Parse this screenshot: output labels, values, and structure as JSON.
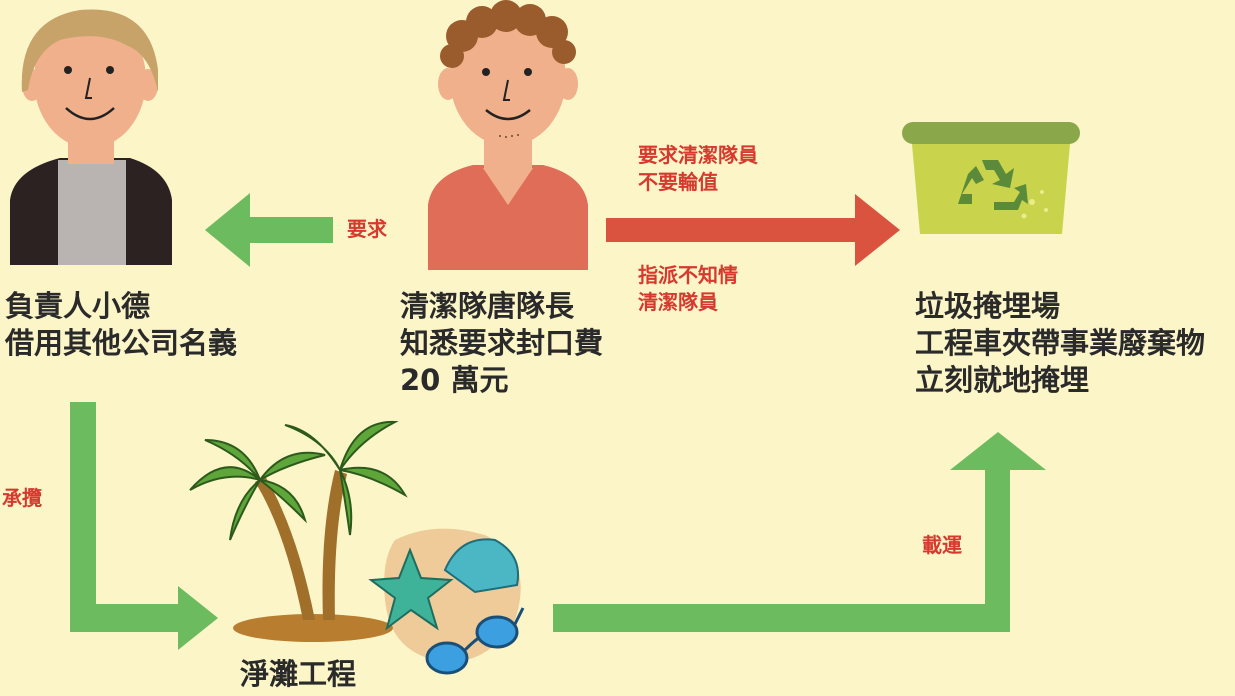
{
  "figures": {
    "manager": [
      "負責人小德",
      "借用其他公司名義"
    ],
    "captain": [
      "清潔隊唐隊長",
      "知悉要求封口費",
      "20 萬元"
    ],
    "landfill": [
      "垃圾掩埋場",
      "工程車夾帶事業廢棄物",
      "立刻就地掩埋"
    ],
    "beach": "淨灘工程"
  },
  "arrows": {
    "demand": "要求",
    "top_right": [
      "要求清潔隊員",
      "不要輪值"
    ],
    "bottom_right": [
      "指派不知情",
      "清潔隊員"
    ],
    "undertake": "承攬",
    "transport": "載運"
  },
  "colors": {
    "background": "#fbf5c8",
    "green_arrow": "#6dbb5f",
    "red_arrow": "#d9533f",
    "label_red": "#d63a2e"
  }
}
